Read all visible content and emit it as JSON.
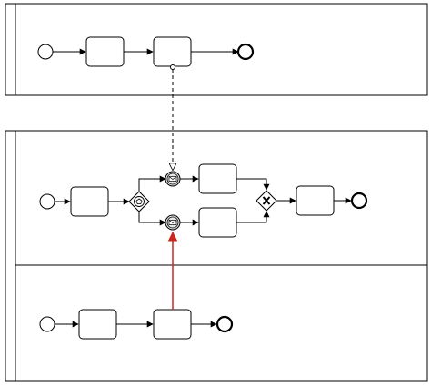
{
  "diagram": {
    "type": "bpmn-collaboration",
    "colors": {
      "stroke": "#000000",
      "background": "#ffffff",
      "highlight_flow": "#c8281e",
      "event_fill_gray": "#e6e6e6"
    },
    "pools": [
      {
        "id": "pool-top",
        "label": "",
        "lanes": [
          {
            "id": "lane-top",
            "label": ""
          }
        ],
        "elements": [
          {
            "id": "top-start",
            "kind": "start-event",
            "label": ""
          },
          {
            "id": "top-task-1",
            "kind": "task",
            "label": ""
          },
          {
            "id": "top-task-2",
            "kind": "task",
            "label": ""
          },
          {
            "id": "top-end",
            "kind": "end-event",
            "label": ""
          }
        ]
      },
      {
        "id": "pool-bottom",
        "label": "",
        "lanes": [
          {
            "id": "lane-upper",
            "label": "",
            "elements": [
              {
                "id": "l1-start",
                "kind": "start-event",
                "label": ""
              },
              {
                "id": "l1-task-1",
                "kind": "task",
                "label": ""
              },
              {
                "id": "l1-event-gateway",
                "kind": "event-based-gateway",
                "label": ""
              },
              {
                "id": "l1-msg-catch-1",
                "kind": "intermediate-message-catch-event",
                "label": ""
              },
              {
                "id": "l1-msg-catch-2",
                "kind": "intermediate-message-catch-event",
                "label": ""
              },
              {
                "id": "l1-task-2",
                "kind": "task",
                "label": ""
              },
              {
                "id": "l1-task-3",
                "kind": "task",
                "label": ""
              },
              {
                "id": "l1-exclusive-gateway",
                "kind": "exclusive-gateway",
                "label": ""
              },
              {
                "id": "l1-task-4",
                "kind": "task",
                "label": ""
              },
              {
                "id": "l1-end",
                "kind": "end-event",
                "label": ""
              }
            ]
          },
          {
            "id": "lane-lower",
            "label": "",
            "elements": [
              {
                "id": "l2-start",
                "kind": "start-event",
                "label": ""
              },
              {
                "id": "l2-task-1",
                "kind": "task",
                "label": ""
              },
              {
                "id": "l2-task-2",
                "kind": "task",
                "label": ""
              },
              {
                "id": "l2-end",
                "kind": "end-event",
                "label": ""
              }
            ]
          }
        ]
      }
    ],
    "message_flows": [
      {
        "from": "top-task-2",
        "to": "l1-msg-catch-1",
        "style": "dashed"
      },
      {
        "from": "l2-task-2",
        "to": "l1-msg-catch-2",
        "style": "highlighted"
      }
    ]
  }
}
